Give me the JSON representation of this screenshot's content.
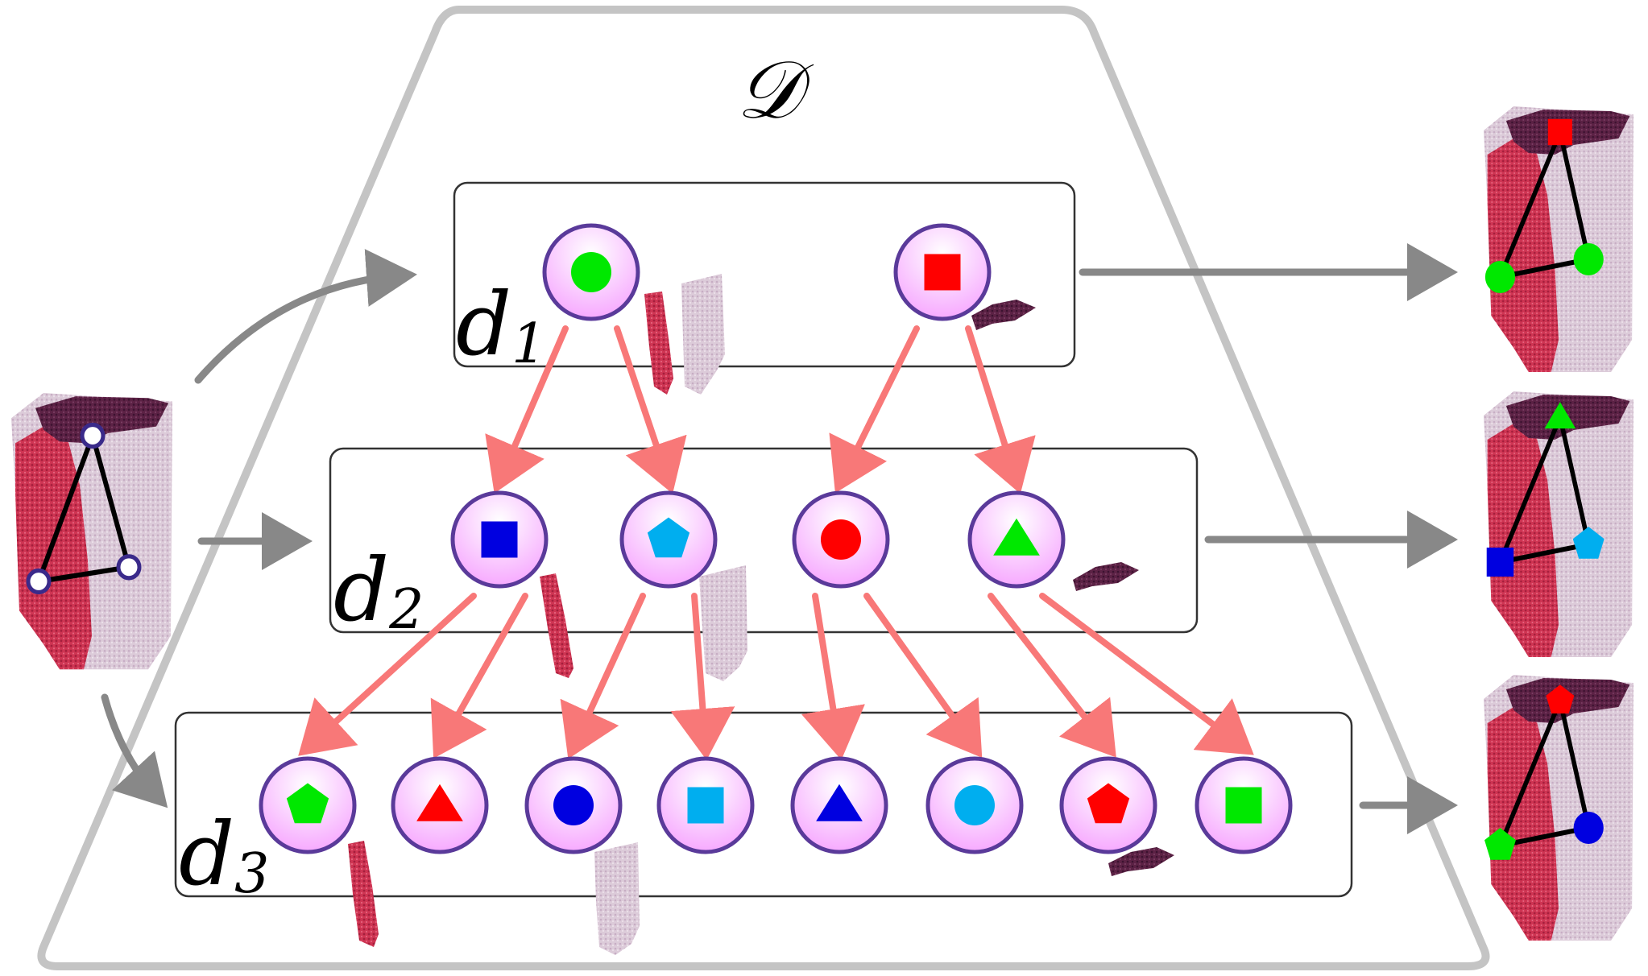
{
  "diagram": {
    "dictionary_label": "𝒟",
    "levels": [
      {
        "label": "d",
        "sub": "1",
        "nodes": [
          {
            "shape": "circle",
            "color": "#00e800"
          },
          {
            "shape": "square",
            "color": "#ff0000"
          }
        ]
      },
      {
        "label": "d",
        "sub": "2",
        "nodes": [
          {
            "shape": "square",
            "color": "#0000e0"
          },
          {
            "shape": "pentagon",
            "color": "#00aeef"
          },
          {
            "shape": "circle",
            "color": "#ff0000"
          },
          {
            "shape": "triangle",
            "color": "#00e800"
          }
        ]
      },
      {
        "label": "d",
        "sub": "3",
        "nodes": [
          {
            "shape": "pentagon",
            "color": "#00e800"
          },
          {
            "shape": "triangle",
            "color": "#ff0000"
          },
          {
            "shape": "circle",
            "color": "#0000e0"
          },
          {
            "shape": "square",
            "color": "#00aeef"
          },
          {
            "shape": "triangle",
            "color": "#0000e0"
          },
          {
            "shape": "circle",
            "color": "#00aeef"
          },
          {
            "shape": "pentagon",
            "color": "#ff0000"
          },
          {
            "shape": "square",
            "color": "#00e800"
          }
        ]
      }
    ],
    "outputs": [
      {
        "top": {
          "shape": "square",
          "color": "#ff0000"
        },
        "left": {
          "shape": "circle",
          "color": "#00e800"
        },
        "right": {
          "shape": "circle",
          "color": "#00e800"
        }
      },
      {
        "top": {
          "shape": "triangle",
          "color": "#00e800"
        },
        "left": {
          "shape": "square",
          "color": "#0000e0"
        },
        "right": {
          "shape": "pentagon",
          "color": "#00aeef"
        }
      },
      {
        "top": {
          "shape": "pentagon",
          "color": "#ff0000"
        },
        "left": {
          "shape": "pentagon",
          "color": "#00e800"
        },
        "right": {
          "shape": "circle",
          "color": "#0000e0"
        }
      }
    ],
    "colors": {
      "arrow_red": "#f87878",
      "arrow_gray": "#888888",
      "trapezoid": "#c4c4c4",
      "node_border": "#5a3a9a",
      "node_fill_top": "#ffffff",
      "node_fill_bottom": "#f9a8ff",
      "segment_crimson": "#d1304f",
      "segment_light": "#d9c3d6",
      "segment_dark": "#5c2245"
    }
  }
}
